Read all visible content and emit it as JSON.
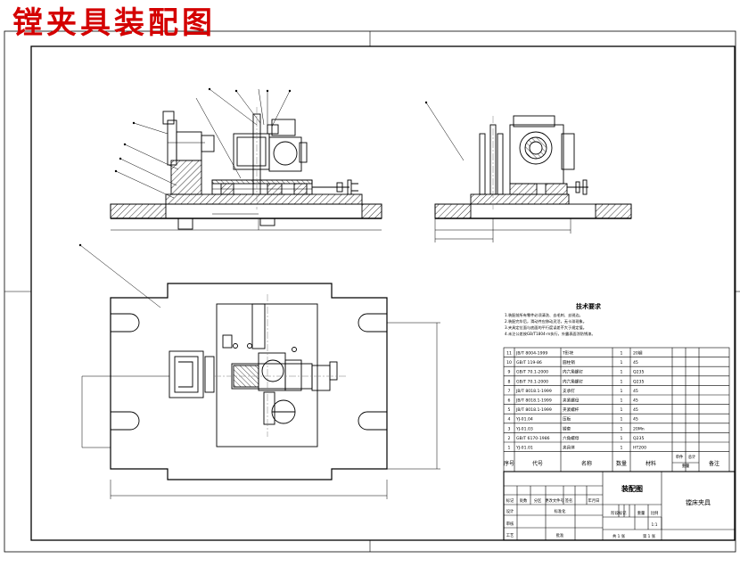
{
  "title": "镗夹具装配图",
  "colors": {
    "title": "#d40000",
    "line": "#000000",
    "hatch": "#000000",
    "center": "#7a7a7a"
  },
  "technical_requirements": {
    "heading": "技术要求",
    "lines": [
      "1.装配前所有零件必须清洗、去毛刺、去锐边。",
      "2.装配完毕后，滑动件应移动灵活，无卡滞现象。",
      "3.夹具定位面与底面的平行度误差不大于规定值。",
      "4.未注公差按GB/T1804-m执行，外露表面涂防锈漆。"
    ]
  },
  "bom_header": {
    "no": "序号",
    "code": "代号",
    "name": "名称",
    "qty": "数量",
    "material": "材料",
    "unit_weight": "单件",
    "total_weight": "总计",
    "weight": "重量",
    "remark": "备注"
  },
  "bom_rows": [
    {
      "no": "11",
      "code": "JB/T 8004-1999",
      "name": "T形块",
      "qty": "1",
      "material": "20钢"
    },
    {
      "no": "10",
      "code": "GB/T 119-86",
      "name": "圆柱销",
      "qty": "1",
      "material": "45"
    },
    {
      "no": "9",
      "code": "GB/T 70.1-2000",
      "name": "内六角螺钉",
      "qty": "1",
      "material": "Q235"
    },
    {
      "no": "8",
      "code": "GB/T 70.1-2000",
      "name": "内六角螺钉",
      "qty": "1",
      "material": "Q235"
    },
    {
      "no": "7",
      "code": "JB/T 8018.1-1999",
      "name": "支承钉",
      "qty": "1",
      "material": "45"
    },
    {
      "no": "6",
      "code": "JB/T 8018.1-1999",
      "name": "夹紧螺母",
      "qty": "1",
      "material": "45"
    },
    {
      "no": "5",
      "code": "JB/T 8018.1-1999",
      "name": "夹紧螺杆",
      "qty": "1",
      "material": "45"
    },
    {
      "no": "4",
      "code": "YJ-01.04",
      "name": "压板",
      "qty": "1",
      "material": "45"
    },
    {
      "no": "3",
      "code": "YJ-01.03",
      "name": "镗套",
      "qty": "1",
      "material": "20Mn"
    },
    {
      "no": "2",
      "code": "GB/T 6170-1986",
      "name": "六角螺母",
      "qty": "1",
      "material": "Q235"
    },
    {
      "no": "1",
      "code": "YJ-01.01",
      "name": "夹具体",
      "qty": "1",
      "material": "HT200"
    }
  ],
  "title_block": {
    "drawing_type": "装配图",
    "part_name": "镗床夹具",
    "mark": "标记",
    "count": "处数",
    "zone": "分区",
    "change_doc": "更改文件号",
    "signature": "签名",
    "date": "年月日",
    "design": "设计",
    "standardize": "标准化",
    "stage_mark": "阶段标记",
    "weight": "重量",
    "scale": "比例",
    "scale_value": "1:1",
    "review": "审核",
    "process": "工艺",
    "approve": "批准",
    "sheet_total": "共  1  张",
    "sheet_no": "第  1  张"
  }
}
